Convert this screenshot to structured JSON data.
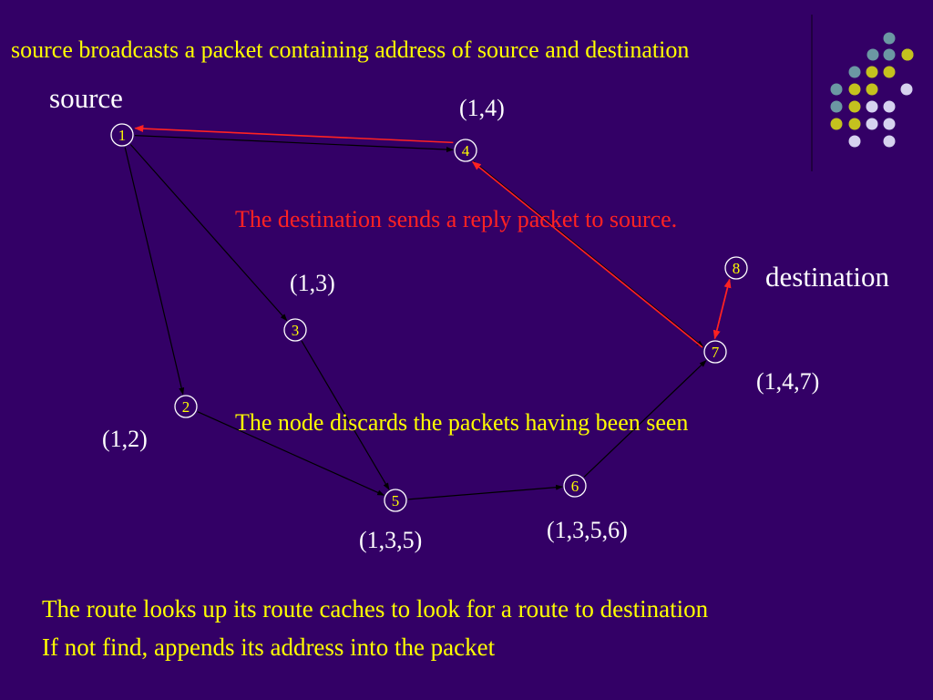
{
  "title": "source broadcasts a packet containing address of source and destination",
  "labels": {
    "source": "source",
    "destination": "destination"
  },
  "annotations": {
    "reply": "The destination sends a reply packet to source.",
    "discard": "The node discards the packets having been seen"
  },
  "bottom_text": [
    "The route looks up its route caches to look for a route to destination",
    "If not find, appends its address into the packet"
  ],
  "nodes": [
    {
      "id": "1",
      "label": "1"
    },
    {
      "id": "2",
      "label": "2"
    },
    {
      "id": "3",
      "label": "3"
    },
    {
      "id": "4",
      "label": "4"
    },
    {
      "id": "5",
      "label": "5"
    },
    {
      "id": "6",
      "label": "6"
    },
    {
      "id": "7",
      "label": "7"
    },
    {
      "id": "8",
      "label": "8"
    }
  ],
  "route_records": {
    "n4": "(1,4)",
    "n3": "(1,3)",
    "n2": "(1,2)",
    "n5": "(1,3,5)",
    "n6": "(1,3,5,6)",
    "n7": "(1,4,7)"
  },
  "edges": [
    {
      "from": "1",
      "to": "4",
      "kind": "broadcast"
    },
    {
      "from": "1",
      "to": "3",
      "kind": "broadcast"
    },
    {
      "from": "1",
      "to": "2",
      "kind": "broadcast"
    },
    {
      "from": "2",
      "to": "5",
      "kind": "broadcast"
    },
    {
      "from": "3",
      "to": "5",
      "kind": "broadcast"
    },
    {
      "from": "5",
      "to": "6",
      "kind": "broadcast"
    },
    {
      "from": "6",
      "to": "7",
      "kind": "broadcast"
    },
    {
      "from": "4",
      "to": "7",
      "kind": "broadcast"
    },
    {
      "from": "7",
      "to": "8",
      "kind": "reply"
    },
    {
      "from": "8",
      "to": "7",
      "kind": "reply"
    },
    {
      "from": "7",
      "to": "4",
      "kind": "reply"
    },
    {
      "from": "4",
      "to": "1",
      "kind": "reply"
    }
  ],
  "colors": {
    "background": "#330066",
    "text_yellow": "#ffff00",
    "text_white": "#ffffff",
    "reply_red": "#ff2222",
    "node_fill": "#330066",
    "dot_gray": "#6b98a3",
    "dot_olive": "#c4c21e",
    "dot_lavender": "#d6d2ef"
  }
}
